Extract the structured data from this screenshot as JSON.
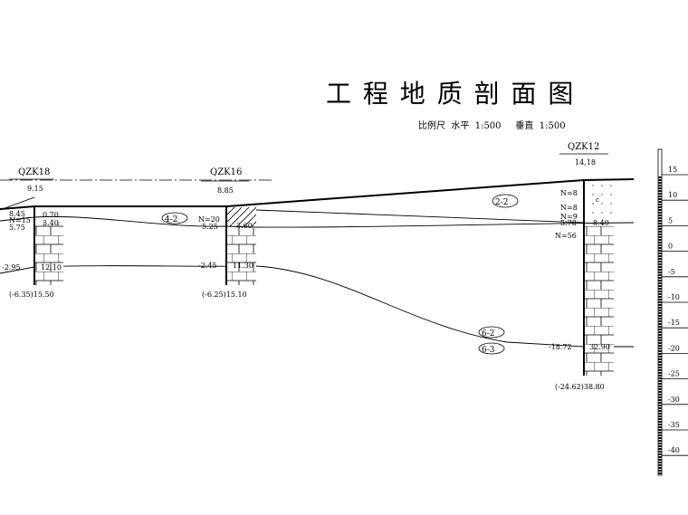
{
  "title": "工 程 地 质 剖 面 图",
  "scale_text": "比例尺  水平  1:500     垂直  1:500",
  "boreholes": [
    {
      "name": "QZK18",
      "elevation": "9.15",
      "bottom": "(-6.35)15.50",
      "depths": [
        "0.70",
        "3.40",
        "12.10"
      ],
      "left_labels": [
        "8.45",
        "N=15",
        "5.75",
        "-2.95"
      ]
    },
    {
      "name": "QZK16",
      "elevation": "8.85",
      "bottom": "(-6.25)15.10",
      "depths": [
        "3.60",
        "11.30"
      ],
      "left_labels": [
        "N=20",
        "5.25",
        "-2.45"
      ]
    },
    {
      "name": "QZK12",
      "elevation": "14.18",
      "bottom": "(-24.62)38.80",
      "depths": [
        "8.40",
        "32.90"
      ],
      "left_labels": [
        "N=8",
        "N=8",
        "N=9",
        "5.78",
        "N=56",
        "-18.72"
      ]
    }
  ],
  "layers": [
    "4-2",
    "2-2",
    "6-2",
    "6-3"
  ],
  "soil_mark": "c",
  "scale_ticks": [
    "15",
    "10",
    "5",
    "0",
    "-5",
    "-10",
    "-15",
    "-20",
    "-25",
    "-30",
    "-35",
    "-40"
  ]
}
